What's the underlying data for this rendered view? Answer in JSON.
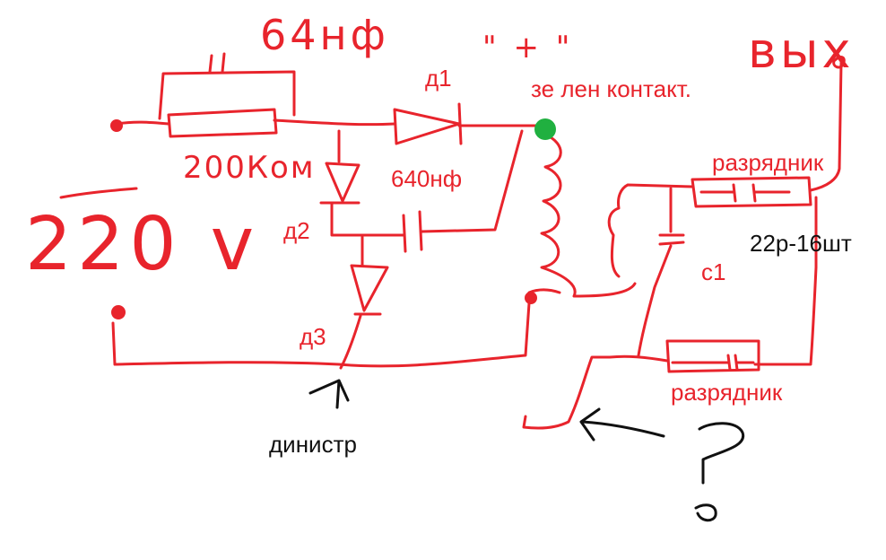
{
  "colors": {
    "ink": "#e8242c",
    "dot": "#20b040",
    "text_dark": "#111111"
  },
  "labels": {
    "cap_64": "64нф",
    "resistor": "200Ком",
    "voltage": "220 v",
    "d1": "д1",
    "d2": "д2",
    "d3": "д3",
    "cap_640": "640нф",
    "green_contact": "зе лен контакт.",
    "plus_marks": "\" + \"",
    "output": "вых",
    "spark_gap_top": "разрядник",
    "spark_gap_bottom": "разрядник",
    "caps_count": "22р-16шт",
    "c1": "с1",
    "dinistor": "динистр"
  }
}
